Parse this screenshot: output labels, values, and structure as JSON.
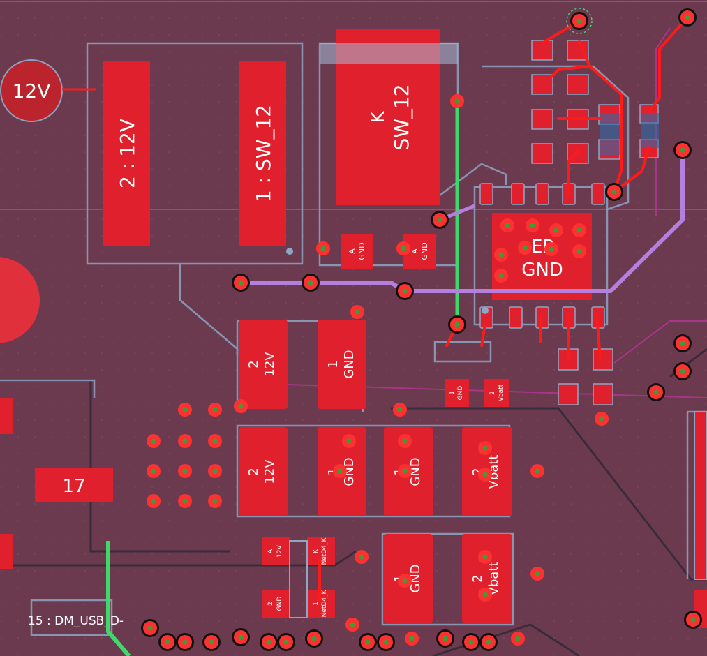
{
  "board": {
    "colors": {
      "background": "#6b3a4e",
      "pad": "#e0202c",
      "via_ring": "#ff3030",
      "via_hole": "#3f9a3a",
      "outline": "#8da6c4",
      "trace_red": "#ff1a1a",
      "trace_green": "#3fd96a",
      "trace_purple": "#b57fe0",
      "trace_dark": "#2a2a3a",
      "trace_magenta": "#c03aa0"
    }
  },
  "labels": {
    "net_12v_circle": "12V",
    "pad_2_12v_big": "2 : 12V",
    "pad_1_sw12_big": "1 : SW_12",
    "pad_k": "K",
    "pad_k_net": "SW_12",
    "pad_a_left": "A",
    "pad_a_left_net": "GND",
    "pad_a_right": "A",
    "pad_a_right_net": "GND",
    "pad_ep": "EP",
    "pad_ep_net": "GND",
    "cap1_p2": "2",
    "cap1_p2_net": "12V",
    "cap1_p1": "1",
    "cap1_p1_net": "GND",
    "cap2_p2": "2",
    "cap2_p2_net": "12V",
    "cap2_p1": "1",
    "cap2_p1_net": "GND",
    "cap3_p1": "1",
    "cap3_p1_net": "GND",
    "cap3_p2": "2",
    "cap3_p2_net": "Vbatt",
    "cap4_p1": "1",
    "cap4_p1_net": "GND",
    "cap4_p2": "2",
    "cap4_p2_net": "Vbatt",
    "small_gnd_p1": "1",
    "small_gnd_net": "GND",
    "small_vbatt_p2": "2",
    "small_vbatt_net": "Vbatt",
    "small_a": "A",
    "small_a_net": "12V",
    "small_k": "K",
    "small_k_net": "NetD4_K",
    "small_2": "2",
    "small_2_net": "GND",
    "small_1": "1",
    "small_1_net": "NetD4_K",
    "pad_17": "17",
    "pad_15": "15 : DM_USB_D-"
  }
}
